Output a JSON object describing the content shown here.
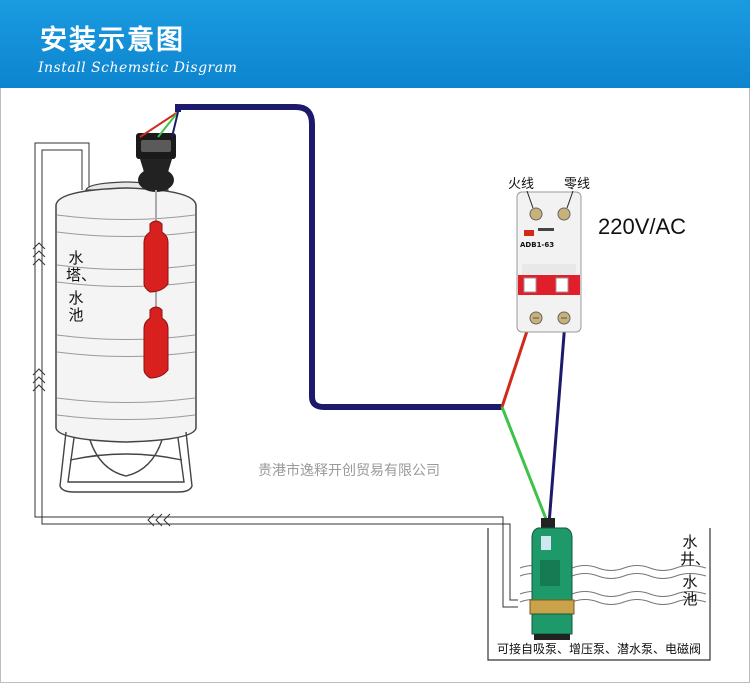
{
  "header": {
    "title": "安装示意图",
    "subtitle": "Install Schemstic Disgram"
  },
  "labels": {
    "fire_wire": "火线",
    "neutral_wire": "零线",
    "voltage": "220V/AC",
    "tank_line1": "水",
    "tank_line2": "塔、",
    "tank_line3": "水",
    "tank_line4": "池",
    "well_line1": "水",
    "well_line2": "井、",
    "well_line3": "水",
    "well_line4": "池",
    "watermark": "贵港市逸释开创贸易有限公司",
    "pump_note": "可接自吸泵、增压泵、潜水泵、电磁阀",
    "breaker_model": "ADB1-63"
  },
  "colors": {
    "header_bg": "#0d84cf",
    "main_cable": "#1d1a6b",
    "live_wire": "#d12a1a",
    "earth_wire": "#3fc24a",
    "float_ball": "#d8201e",
    "pump_body": "#1e9a6a"
  },
  "icons": [
    "float-switch-icon",
    "circuit-breaker-icon",
    "submersible-pump-icon",
    "water-tank-icon"
  ]
}
